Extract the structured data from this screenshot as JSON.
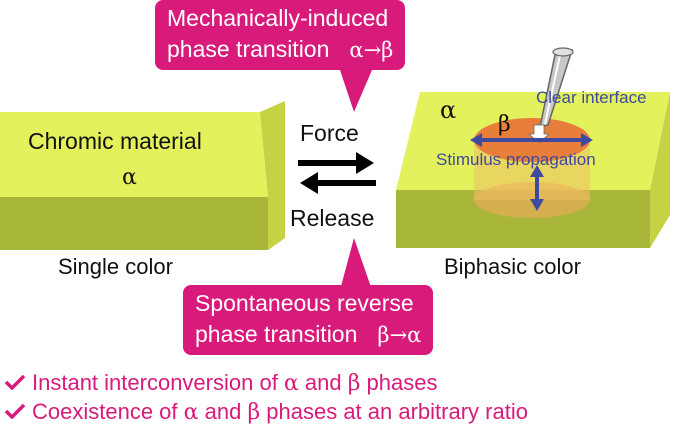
{
  "callout_top": {
    "line1": "Mechanically-induced",
    "line2": "phase transition",
    "symbol": "α→β"
  },
  "callout_bottom": {
    "line1": "Spontaneous reverse",
    "line2": "phase transition",
    "symbol": "β→α"
  },
  "left_block": {
    "title": "Chromic material",
    "phase": "α",
    "caption": "Single color"
  },
  "right_block": {
    "phase_outer": "α",
    "phase_inner": "β",
    "interface_label": "Clear interface",
    "propagation_label": "Stimulus propagation",
    "caption": "Biphasic color"
  },
  "arrows": {
    "forward_label": "Force",
    "reverse_label": "Release"
  },
  "checklist": [
    {
      "pre": "Instant interconversion of ",
      "a": "α",
      "mid": " and ",
      "b": "β",
      "post": " phases"
    },
    {
      "pre": "Coexistence of ",
      "a": "α",
      "mid": " and ",
      "b": "β",
      "post": " phases at an arbitrary ratio"
    }
  ],
  "colors": {
    "accent_magenta": "#d81b7b",
    "block_top": "#e3f25c",
    "block_side": "#a8b63a",
    "beta_region": "#e77f3a",
    "arrow_blue": "#3d4aa0"
  }
}
